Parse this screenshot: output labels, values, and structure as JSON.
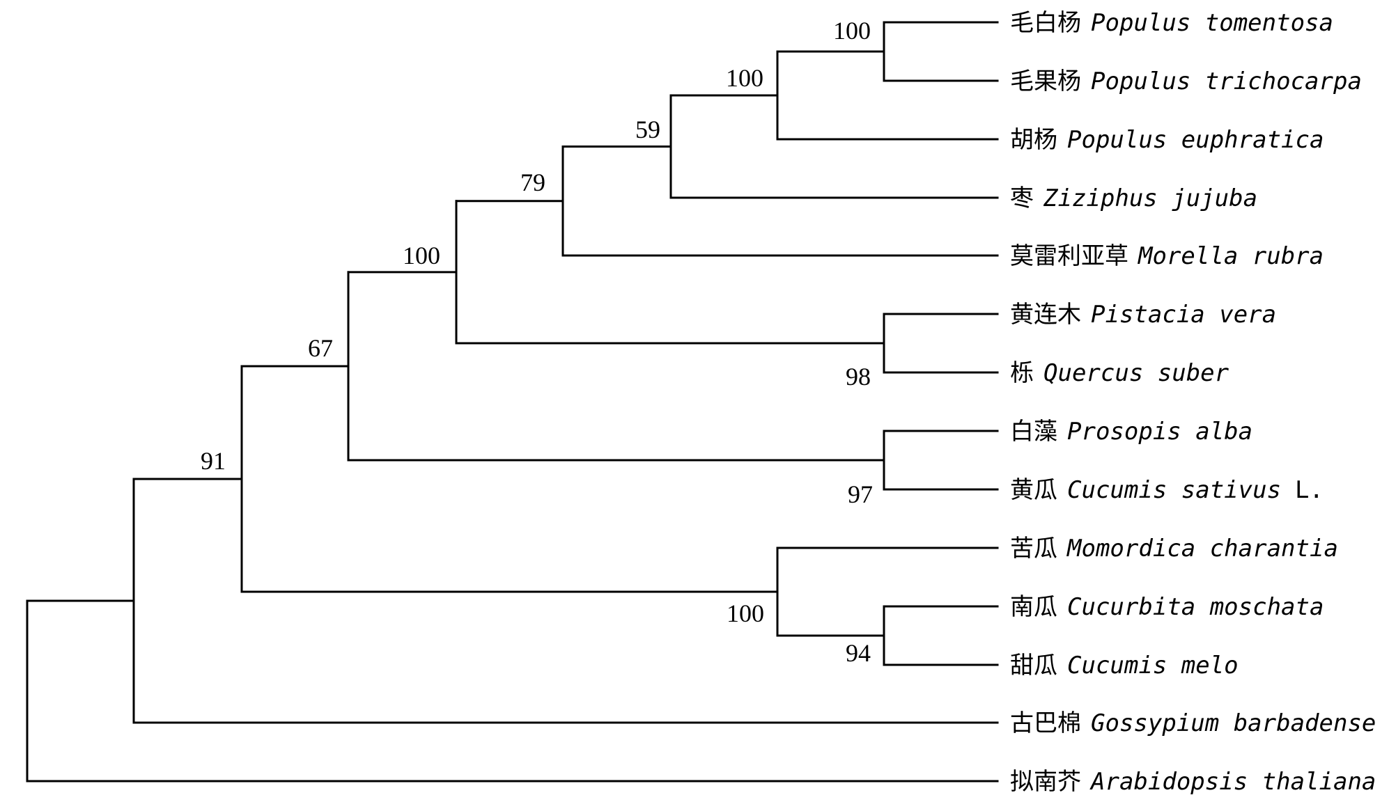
{
  "tree": {
    "leaves": [
      {
        "id": "L1",
        "cn": "毛白杨",
        "sci": "Populus tomentosa",
        "author": ""
      },
      {
        "id": "L2",
        "cn": "毛果杨",
        "sci": "Populus trichocarpa",
        "author": ""
      },
      {
        "id": "L3",
        "cn": "胡杨",
        "sci": "Populus euphratica",
        "author": ""
      },
      {
        "id": "L4",
        "cn": "枣",
        "sci": "Ziziphus jujuba",
        "author": ""
      },
      {
        "id": "L5",
        "cn": "莫雷利亚草",
        "sci": "Morella rubra",
        "author": ""
      },
      {
        "id": "L6",
        "cn": "黄连木",
        "sci": "Pistacia vera",
        "author": ""
      },
      {
        "id": "L7",
        "cn": "栎",
        "sci": "Quercus suber",
        "author": ""
      },
      {
        "id": "L8",
        "cn": "白藻",
        "sci": "Prosopis alba",
        "author": ""
      },
      {
        "id": "L9",
        "cn": "黄瓜",
        "sci": "Cucumis sativus",
        "author": "L."
      },
      {
        "id": "L10",
        "cn": "苦瓜",
        "sci": "Momordica charantia",
        "author": ""
      },
      {
        "id": "L11",
        "cn": "南瓜",
        "sci": "Cucurbita moschata",
        "author": ""
      },
      {
        "id": "L12",
        "cn": "甜瓜",
        "sci": "Cucumis melo",
        "author": ""
      },
      {
        "id": "L13",
        "cn": "古巴棉",
        "sci": "Gossypium barbadense",
        "author": ""
      },
      {
        "id": "L14",
        "cn": "拟南芥",
        "sci": "Arabidopsis thaliana",
        "author": ""
      }
    ],
    "clades": [
      {
        "id": "N_poptt",
        "children": [
          "L1",
          "L2"
        ],
        "support": "100"
      },
      {
        "id": "N_pop",
        "children": [
          "N_poptt",
          "L3"
        ],
        "support": "100"
      },
      {
        "id": "N_zz",
        "children": [
          "N_pop",
          "L4"
        ],
        "support": "59"
      },
      {
        "id": "N_mr",
        "children": [
          "N_zz",
          "L5"
        ],
        "support": "79"
      },
      {
        "id": "N_pq",
        "children": [
          "L6",
          "L7"
        ],
        "support": "98"
      },
      {
        "id": "N_big",
        "children": [
          "N_mr",
          "N_pq"
        ],
        "support": "100"
      },
      {
        "id": "N_pc",
        "children": [
          "L8",
          "L9"
        ],
        "support": "97"
      },
      {
        "id": "N_67",
        "children": [
          "N_big",
          "N_pc"
        ],
        "support": "67"
      },
      {
        "id": "N_cm",
        "children": [
          "L11",
          "L12"
        ],
        "support": "94"
      },
      {
        "id": "N_cuc",
        "children": [
          "L10",
          "N_cm"
        ],
        "support": "100"
      },
      {
        "id": "N_91",
        "children": [
          "N_67",
          "N_cuc"
        ],
        "support": "91"
      },
      {
        "id": "N_gos",
        "children": [
          "N_91",
          "L13"
        ],
        "support": ""
      },
      {
        "id": "N_root",
        "children": [
          "N_gos",
          "L14"
        ],
        "support": ""
      }
    ]
  }
}
